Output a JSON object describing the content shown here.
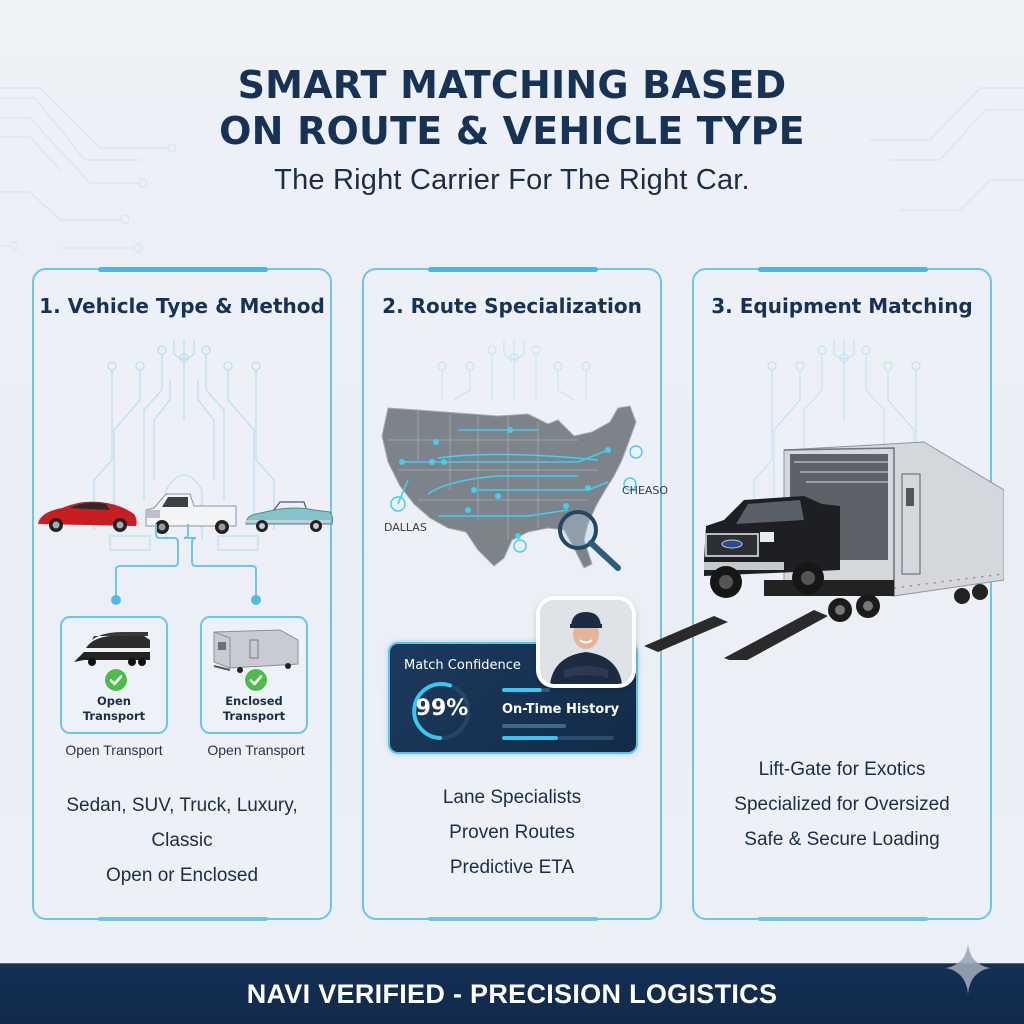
{
  "header": {
    "title_line1": "SMART MATCHING BASED",
    "title_line2": "ON ROUTE & VEHICLE TYPE",
    "subtitle": "The Right Carrier For The Right Car."
  },
  "panels": [
    {
      "title": "1. Vehicle Type & Method",
      "vehicles": [
        "red-sports-car",
        "white-pickup-truck",
        "teal-classic-convertible"
      ],
      "options": [
        {
          "label_line1": "Open",
          "label_line2": "Transport",
          "caption": "Open Transport",
          "icon": "open-car-carrier-icon",
          "status": "check-icon"
        },
        {
          "label_line1": "Enclosed",
          "label_line2": "Transport",
          "caption": "Open Transport",
          "icon": "enclosed-trailer-icon",
          "status": "check-icon"
        }
      ],
      "features": [
        "Sedan, SUV, Truck, Luxury, Classic",
        "Open or Enclosed"
      ]
    },
    {
      "title": "2. Route Specialization",
      "map": {
        "labels": {
          "west": "DALLAS",
          "east": "CHEASO"
        }
      },
      "match_card": {
        "title": "Match Confidence",
        "value": "99%",
        "percent": 99,
        "secondary_label": "On-Time History"
      },
      "features": [
        "Lane Specialists",
        "Proven Routes",
        "Predictive ETA"
      ]
    },
    {
      "title": "3. Equipment Matching",
      "image": "pickup-loading-into-enclosed-trailer",
      "features": [
        "Lift-Gate for Exotics",
        "Specialized for Oversized",
        "Safe & Secure Loading"
      ]
    }
  ],
  "footer": {
    "text": "NAVI VERIFIED - PRECISION LOGISTICS"
  },
  "colors": {
    "navy": "#163356",
    "accent": "#48b7e6",
    "panel_border": "#6cc6ea",
    "footer_bg": "#132d52",
    "check_green": "#4cbc4a"
  }
}
